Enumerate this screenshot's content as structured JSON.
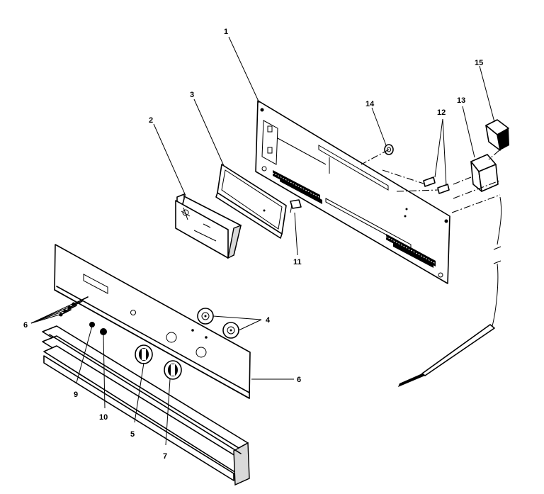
{
  "callouts": [
    {
      "id": "1",
      "text": "1"
    },
    {
      "id": "2",
      "text": "2"
    },
    {
      "id": "3",
      "text": "3"
    },
    {
      "id": "4",
      "text": "4"
    },
    {
      "id": "5",
      "text": "5"
    },
    {
      "id": "6a",
      "text": "6"
    },
    {
      "id": "6b",
      "text": "6"
    },
    {
      "id": "7",
      "text": "7"
    },
    {
      "id": "9",
      "text": "9"
    },
    {
      "id": "10",
      "text": "10"
    },
    {
      "id": "11",
      "text": "11"
    },
    {
      "id": "12",
      "text": "12"
    },
    {
      "id": "13",
      "text": "13"
    },
    {
      "id": "14",
      "text": "14"
    },
    {
      "id": "15",
      "text": "15"
    }
  ]
}
